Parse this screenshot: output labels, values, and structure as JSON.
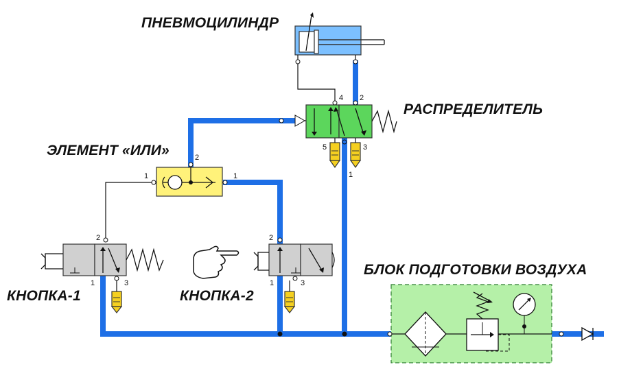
{
  "labels": {
    "cylinder": "ПНЕВМОЦИЛИНДР",
    "distributor": "РАСПРЕДЕЛИТЕЛЬ",
    "or_element": "ЭЛЕМЕНТ «ИЛИ»",
    "button1": "КНОПКА-1",
    "button2": "КНОПКА-2",
    "air_unit": "БЛОК ПОДГОТОВКИ ВОЗДУХА"
  },
  "ports": {
    "dist_4": "4",
    "dist_2": "2",
    "dist_5": "5",
    "dist_3": "3",
    "dist_1": "1",
    "or_1_left": "1",
    "or_2": "2",
    "or_1_right": "1",
    "b1_2": "2",
    "b1_1": "1",
    "b1_3": "3",
    "b2_2": "2",
    "b2_1": "1",
    "b2_3": "3"
  },
  "colors": {
    "pipe": "#1e6fe6",
    "valve_green": "#5cd65c",
    "or_yellow": "#fff27a",
    "silencer_yellow": "#f5d020",
    "button_gray": "#d0d0d0",
    "cylinder_blue": "#7cc0ff",
    "air_unit_green": "#b5f0a8"
  },
  "icons": [
    "hand-pointer-icon",
    "pressure-gauge-icon",
    "filter-icon",
    "regulator-icon",
    "spring-icon",
    "silencer-icon"
  ]
}
